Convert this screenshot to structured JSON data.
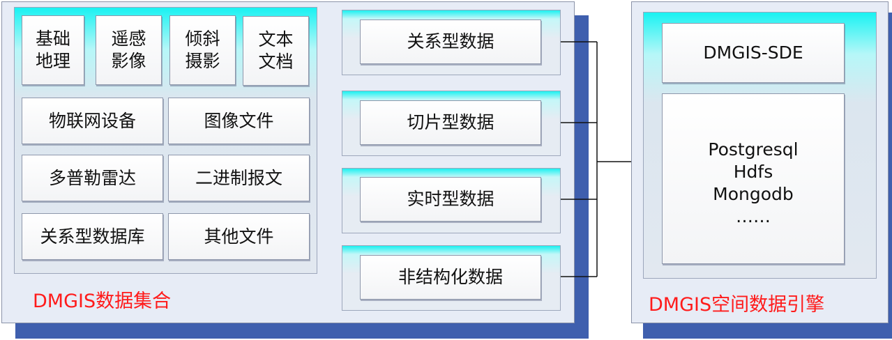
{
  "left_panel": {
    "title": "DMGIS数据集合",
    "source_items": [
      {
        "label": "基础\n地理"
      },
      {
        "label": "遥感\n影像"
      },
      {
        "label": "倾斜\n摄影"
      },
      {
        "label": "文本\n文档"
      },
      {
        "label": "物联网设备"
      },
      {
        "label": "图像文件"
      },
      {
        "label": "多普勒雷达"
      },
      {
        "label": "二进制报文"
      },
      {
        "label": "关系型数据库"
      },
      {
        "label": "其他文件"
      }
    ],
    "data_types": [
      {
        "label": "关系型数据"
      },
      {
        "label": "切片型数据"
      },
      {
        "label": "实时型数据"
      },
      {
        "label": "非结构化数据"
      }
    ]
  },
  "right_panel": {
    "title": "DMGIS空间数据引擎",
    "engine": "DMGIS-SDE",
    "storage": "Postgresql\nHdfs\nMongodb\n……"
  },
  "colors": {
    "shadow": "#3f5fae",
    "panel_bg": "#e7ecf6",
    "gradient_top": "#19f2f2",
    "title_red": "#ff1b1b"
  }
}
